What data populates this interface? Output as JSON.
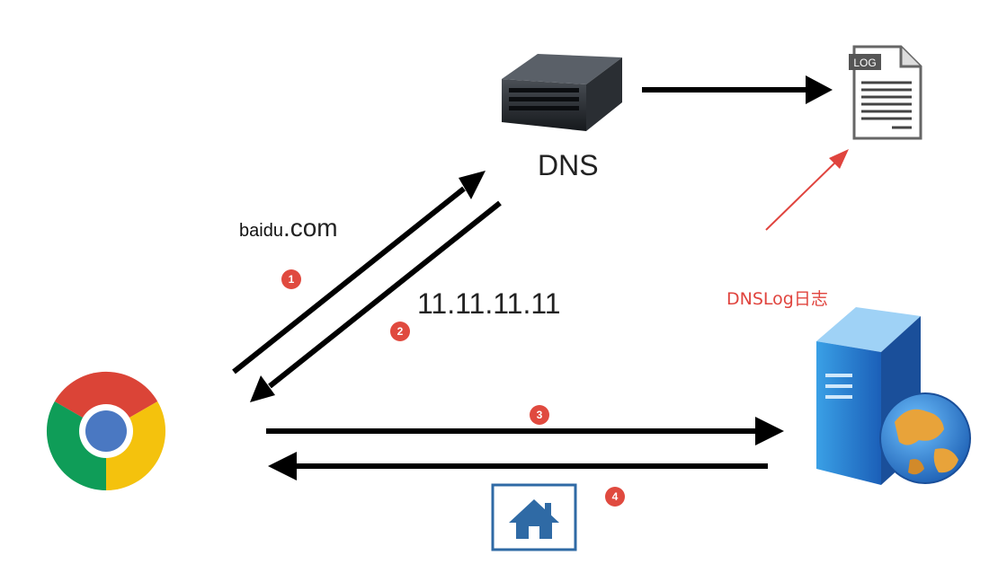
{
  "nodes": {
    "dns": {
      "label": "DNS"
    },
    "log_file": {
      "tag": "LOG"
    },
    "domain": {
      "prefix": "baidu",
      "suffix": ".com"
    },
    "ip": {
      "label": "11.11.11.11"
    },
    "dnslog": {
      "label": "DNSLog日志"
    }
  },
  "steps": [
    "1",
    "2",
    "3",
    "4"
  ],
  "colors": {
    "arrow": "#000000",
    "log_arrow": "#e0443e",
    "badge": "#e04a3f",
    "home_icon": "#2f6aa5"
  }
}
